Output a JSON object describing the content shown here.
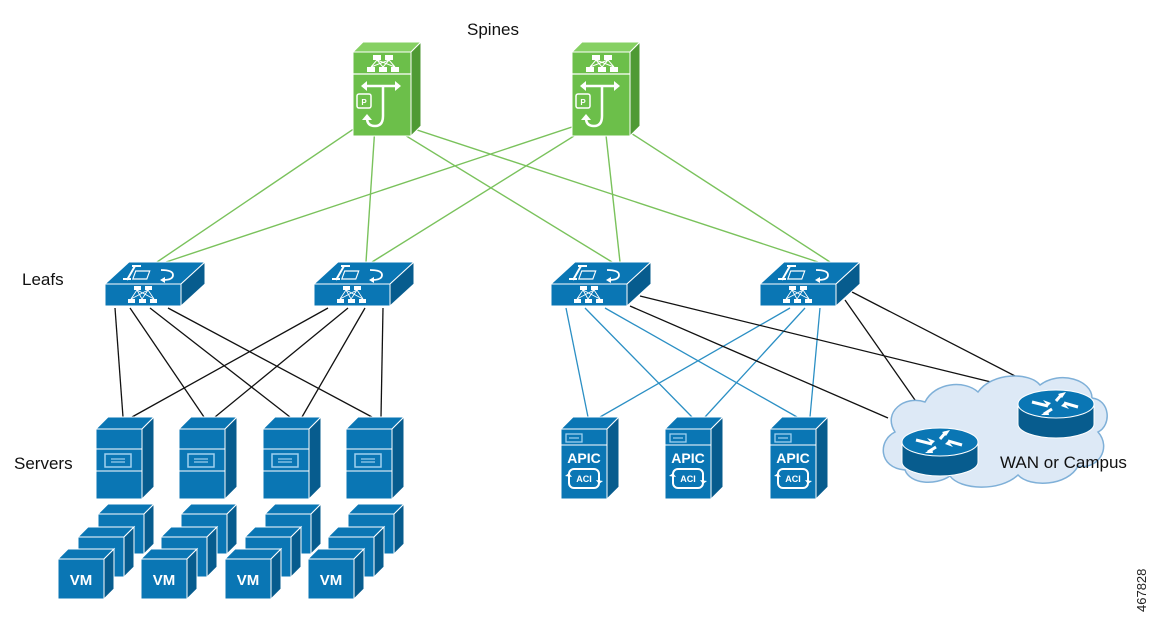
{
  "diagram": {
    "title_tiers": {
      "spines": "Spines",
      "leafs": "Leafs",
      "servers": "Servers"
    },
    "figure_id": "467828",
    "colors": {
      "spine": "#6cbf4a",
      "spine_dark": "#4f9a34",
      "spine_light": "#86d063",
      "device": "#0a76b4",
      "device_dark": "#075c8e",
      "device_light": "#2a90cc",
      "spine_link": "#7ac25c",
      "server_link": "#111111",
      "apic_link": "#2b8fc4",
      "wan_link": "#111111",
      "cloud_fill": "#dde9f6",
      "cloud_stroke": "#7fb0d8"
    },
    "spines": [
      {
        "id": "spine-1",
        "label": ""
      },
      {
        "id": "spine-2",
        "label": ""
      }
    ],
    "leafs": [
      {
        "id": "leaf-1"
      },
      {
        "id": "leaf-2"
      },
      {
        "id": "leaf-3"
      },
      {
        "id": "leaf-4"
      }
    ],
    "servers": [
      {
        "id": "server-1",
        "vms": [
          "VM",
          "VM",
          "VM"
        ]
      },
      {
        "id": "server-2",
        "vms": [
          "VM",
          "VM",
          "VM"
        ]
      },
      {
        "id": "server-3",
        "vms": [
          "VM",
          "VM",
          "VM"
        ]
      },
      {
        "id": "server-4",
        "vms": [
          "VM",
          "VM",
          "VM"
        ]
      }
    ],
    "apics": [
      {
        "id": "apic-1",
        "label": "APIC",
        "badge": "ACI"
      },
      {
        "id": "apic-2",
        "label": "APIC",
        "badge": "ACI"
      },
      {
        "id": "apic-3",
        "label": "APIC",
        "badge": "ACI"
      }
    ],
    "wan": {
      "label": "WAN or Campus",
      "routers": [
        {
          "id": "router-1"
        },
        {
          "id": "router-2"
        }
      ]
    },
    "links": {
      "spine_leaf": [
        [
          "spine-1",
          "leaf-1"
        ],
        [
          "spine-1",
          "leaf-2"
        ],
        [
          "spine-1",
          "leaf-3"
        ],
        [
          "spine-1",
          "leaf-4"
        ],
        [
          "spine-2",
          "leaf-1"
        ],
        [
          "spine-2",
          "leaf-2"
        ],
        [
          "spine-2",
          "leaf-3"
        ],
        [
          "spine-2",
          "leaf-4"
        ]
      ],
      "leaf_server": [
        [
          "leaf-1",
          "server-1"
        ],
        [
          "leaf-1",
          "server-2"
        ],
        [
          "leaf-1",
          "server-3"
        ],
        [
          "leaf-1",
          "server-4"
        ],
        [
          "leaf-2",
          "server-1"
        ],
        [
          "leaf-2",
          "server-2"
        ],
        [
          "leaf-2",
          "server-3"
        ],
        [
          "leaf-2",
          "server-4"
        ]
      ],
      "leaf_apic": [
        [
          "leaf-3",
          "apic-1"
        ],
        [
          "leaf-3",
          "apic-2"
        ],
        [
          "leaf-3",
          "apic-3"
        ],
        [
          "leaf-4",
          "apic-1"
        ],
        [
          "leaf-4",
          "apic-2"
        ],
        [
          "leaf-4",
          "apic-3"
        ]
      ],
      "leaf_router": [
        [
          "leaf-3",
          "router-1"
        ],
        [
          "leaf-3",
          "router-2"
        ],
        [
          "leaf-4",
          "router-1"
        ],
        [
          "leaf-4",
          "router-2"
        ]
      ]
    }
  }
}
